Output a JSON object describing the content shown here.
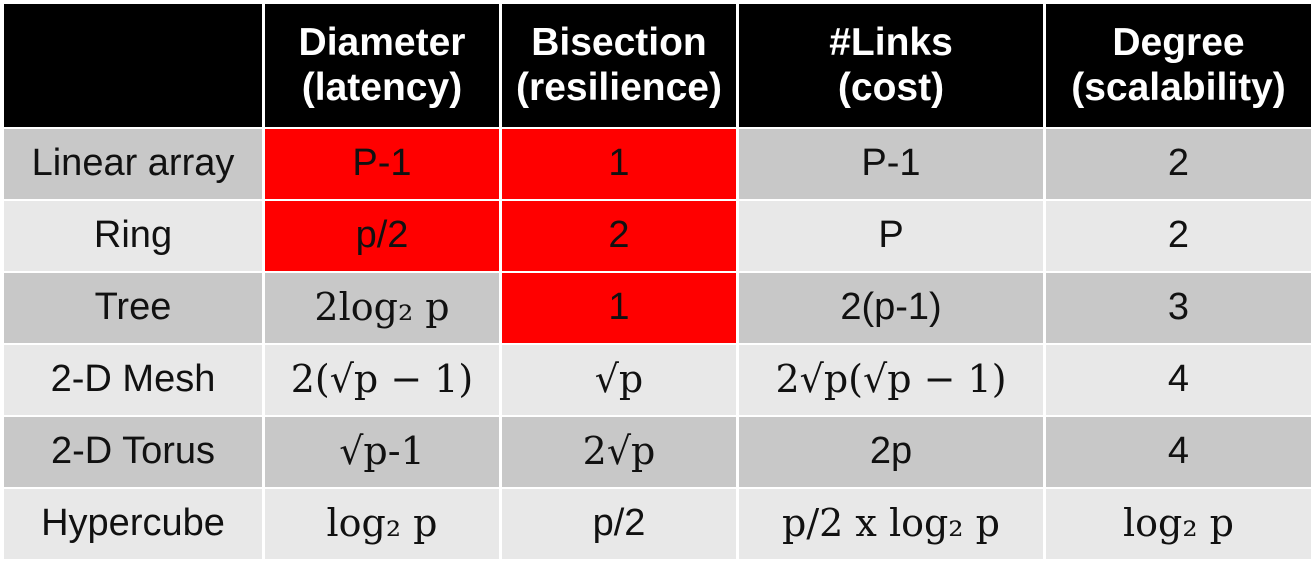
{
  "columns": [
    {
      "title": "",
      "subtitle": ""
    },
    {
      "title": "Diameter",
      "subtitle": "(latency)"
    },
    {
      "title": "Bisection",
      "subtitle": "(resilience)"
    },
    {
      "title": "#Links",
      "subtitle": "(cost)"
    },
    {
      "title": "Degree",
      "subtitle": "(scalability)"
    }
  ],
  "rows": [
    {
      "name": "Linear array",
      "diameter": "P-1",
      "bisection": "1",
      "links": "P-1",
      "degree": "2"
    },
    {
      "name": "Ring",
      "diameter": "p/2",
      "bisection": "2",
      "links": "P",
      "degree": "2"
    },
    {
      "name": "Tree",
      "diameter": "2log₂ p",
      "bisection": "1",
      "links": "2(p-1)",
      "degree": "3"
    },
    {
      "name": "2-D Mesh",
      "diameter": "2(√p − 1)",
      "bisection": "√p",
      "links": "2√p(√p − 1)",
      "degree": "4"
    },
    {
      "name": "2-D Torus",
      "diameter": "√p-1",
      "bisection": "2√p",
      "links": "2p",
      "degree": "4"
    },
    {
      "name": "Hypercube",
      "diameter": "log₂ p",
      "bisection": "p/2",
      "links": "p/2 x log₂ p",
      "degree": "log₂ p"
    }
  ],
  "colors": {
    "header_bg": "#000000",
    "header_text": "#ffffff",
    "highlight": "#ff0000",
    "row_dark": "#c8c8c8",
    "row_light": "#e8e8e8"
  }
}
